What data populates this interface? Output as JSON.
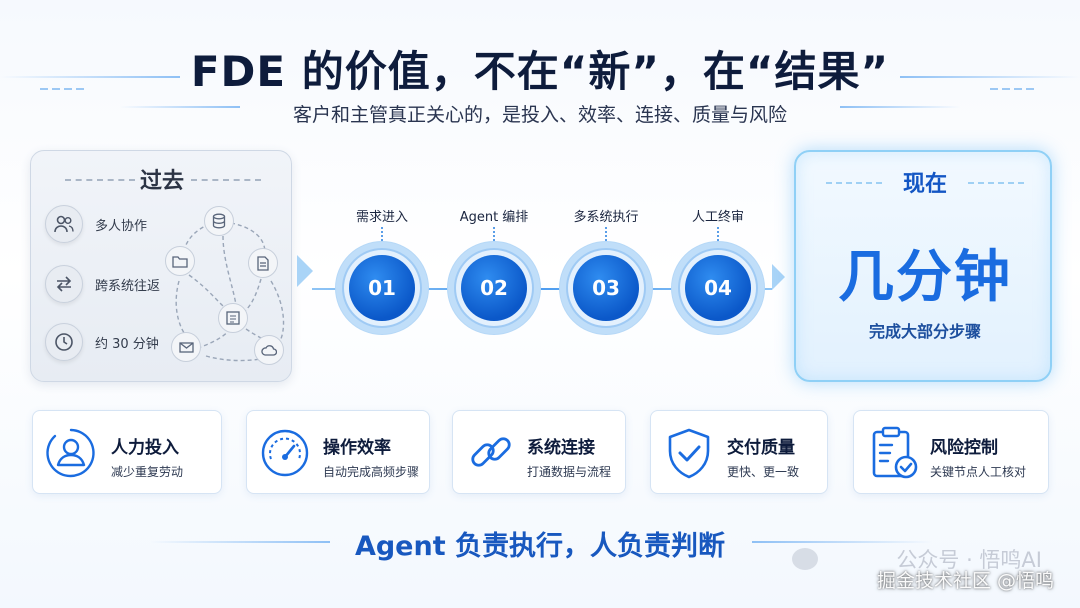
{
  "header": {
    "title": "FDE 的价值，不在“新”，在“结果”",
    "subtitle": "客户和主管真正关心的，是投入、效率、连接、质量与风险"
  },
  "past": {
    "title": "过去",
    "rows": [
      {
        "icon": "people-icon",
        "label": "多人协作"
      },
      {
        "icon": "swap-arrows-icon",
        "label": "跨系统往返"
      },
      {
        "icon": "clock-icon",
        "label": "约 30 分钟"
      }
    ],
    "nodes": [
      "database-icon",
      "folder-icon",
      "document-icon",
      "list-icon",
      "mail-icon",
      "cloud-icon"
    ]
  },
  "steps": [
    {
      "number": "01",
      "label": "需求进入"
    },
    {
      "number": "02",
      "label": "Agent 编排"
    },
    {
      "number": "03",
      "label": "多系统执行"
    },
    {
      "number": "04",
      "label": "人工终审"
    }
  ],
  "now": {
    "title": "现在",
    "headline": "几分钟",
    "subtitle": "完成大部分步骤"
  },
  "cards": [
    {
      "icon": "person-icon",
      "title": "人力投入",
      "subtitle": "减少重复劳动"
    },
    {
      "icon": "gauge-icon",
      "title": "操作效率",
      "subtitle": "自动完成高频步骤"
    },
    {
      "icon": "link-icon",
      "title": "系统连接",
      "subtitle": "打通数据与流程"
    },
    {
      "icon": "shield-check-icon",
      "title": "交付质量",
      "subtitle": "更快、更一致"
    },
    {
      "icon": "clipboard-check-icon",
      "title": "风险控制",
      "subtitle": "关键节点人工核对"
    }
  ],
  "footer": {
    "text": "Agent 负责执行，人负责判断"
  },
  "watermark": {
    "line1": "公众号 · 悟鸣AI",
    "line2": "掘金技术社区 @悟鸣"
  },
  "colors": {
    "accent": "#1a6ce0",
    "step_fill": "#0b58c9",
    "title": "#0e1c3c"
  }
}
